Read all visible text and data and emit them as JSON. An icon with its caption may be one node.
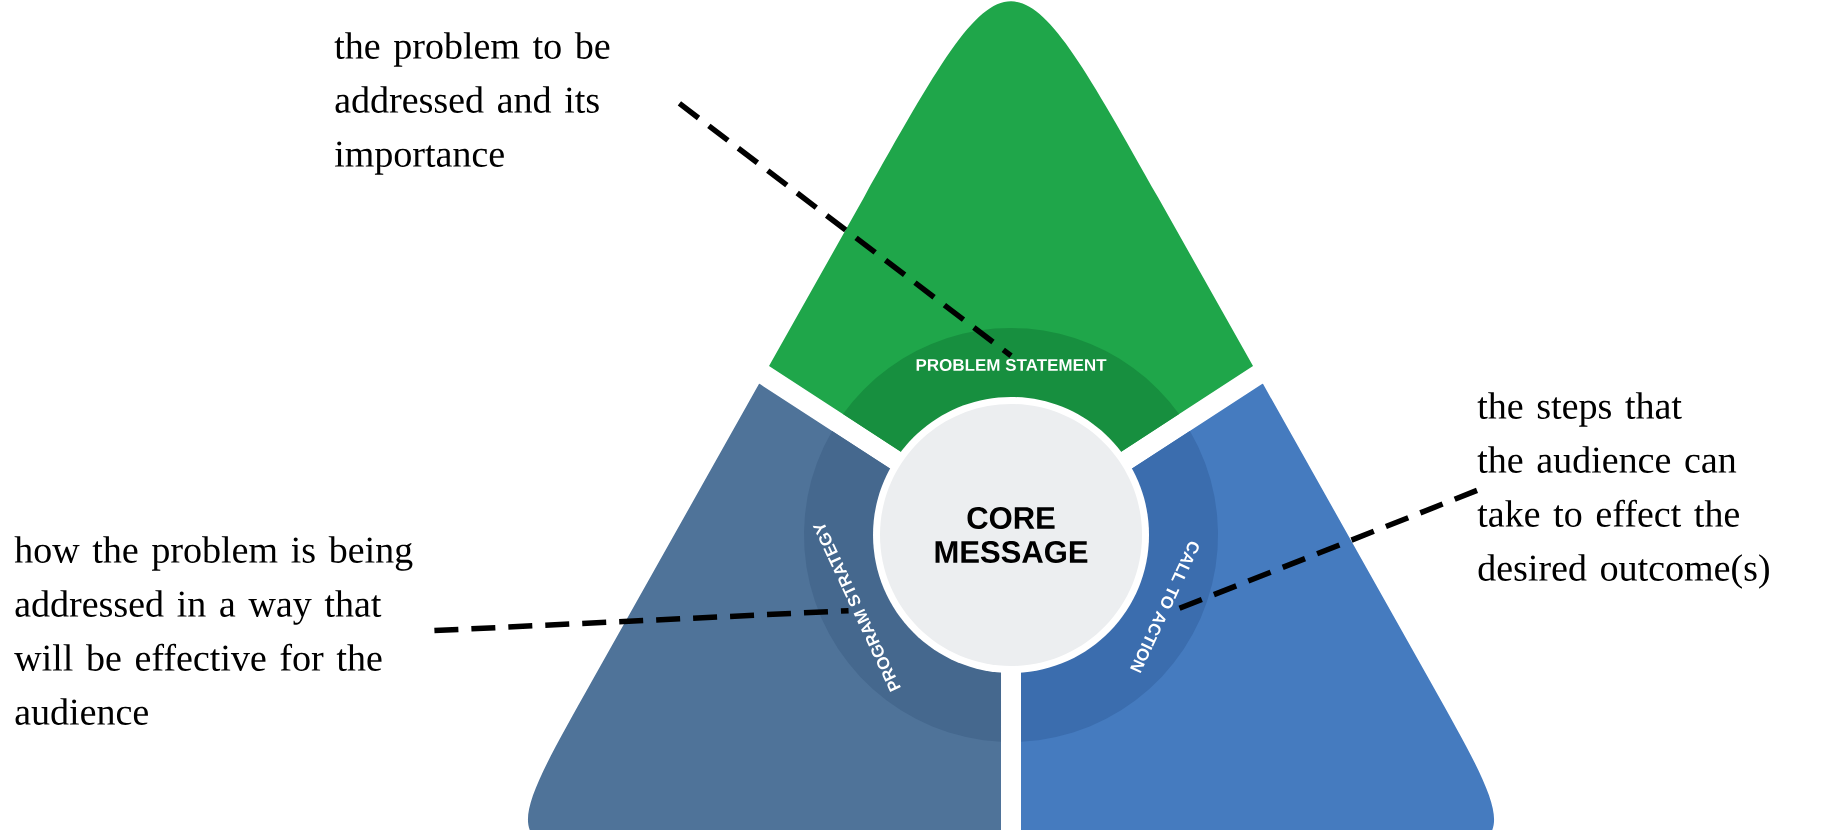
{
  "diagram": {
    "nodes": [
      {
        "text": [
          "the problem to be addressed and its importance"
        ]
      },
      {
        "text": [
          "PROBLEM STATEMENT"
        ]
      },
      {
        "text": [
          "the steps that the audience can take to effect the desired outcome(s)"
        ]
      },
      {
        "text": [
          "PROGRAM STRATEGY"
        ]
      },
      {
        "text": [
          "CORE MESSAGE"
        ]
      },
      {
        "text": [
          "CALL TO ACTION"
        ]
      },
      {
        "text": [
          "how the problem is being addressed in a way that will be effective for the audience"
        ]
      }
    ],
    "edges": [
      {
        "from": 0,
        "to": 1,
        "arrow": "none",
        "style": "dashed"
      },
      {
        "from": 2,
        "to": 5,
        "arrow": "none",
        "style": "dashed"
      },
      {
        "from": 6,
        "to": 3,
        "arrow": "none",
        "style": "dashed"
      }
    ]
  }
}
